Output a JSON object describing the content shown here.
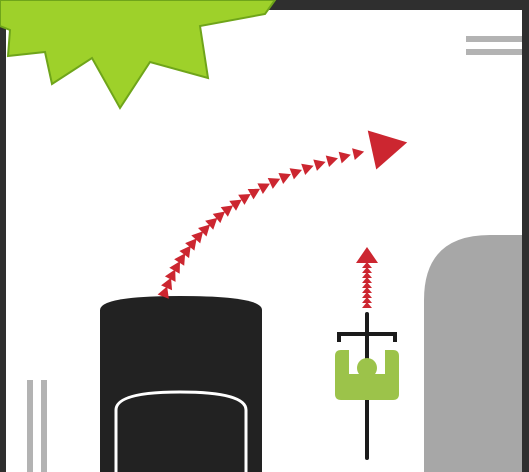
{
  "illustration": {
    "subject": "traffic-safety-pictogram",
    "elements": [
      "car",
      "bicycle-rider",
      "car-swerve-arrow",
      "bicycle-forward-arrow",
      "lane-markings",
      "curb",
      "starburst"
    ]
  },
  "colors": {
    "frame": "#2f2f2f",
    "panel": "#ffffff",
    "car": "#222222",
    "car_outline": "#ffffff",
    "arrow": "#cc2630",
    "rider": "#9cc34a",
    "bike": "#1b1b1b",
    "curb": "#a7a7a7",
    "lane_lines": "#b3b3b3",
    "starburst": "#9ed12a",
    "starburst_edge": "#6fa51a"
  }
}
